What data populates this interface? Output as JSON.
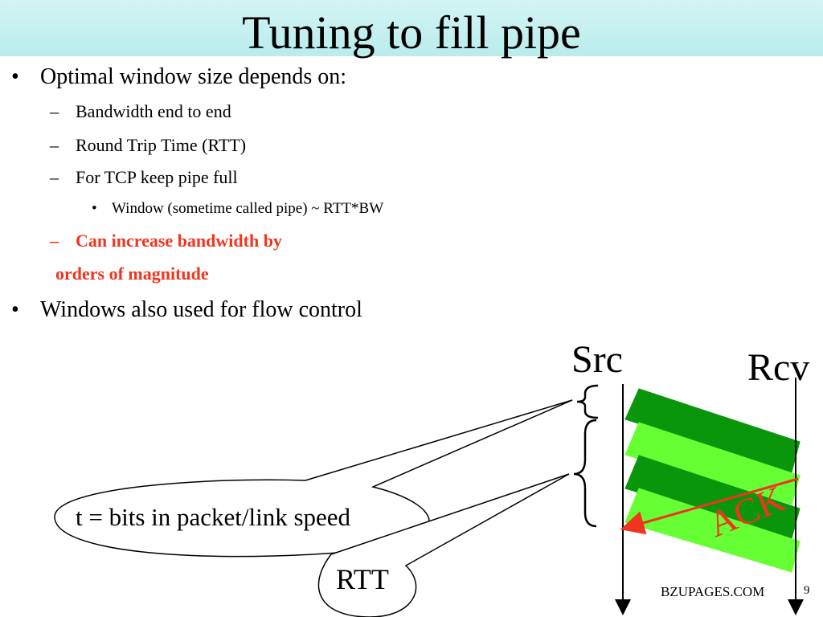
{
  "slide": {
    "title": "Tuning to fill pipe",
    "bullets": {
      "b1": "Optimal window size depends on:",
      "b1_1": "Bandwidth end to end",
      "b1_2": "Round Trip Time (RTT)",
      "b1_3": "For TCP keep pipe full",
      "b1_3_1": "Window (sometime called pipe)  ~ RTT*BW",
      "b1_4_line1": "Can increase bandwidth by",
      "b1_4_line2": "orders of magnitude",
      "b2": "Windows also used for flow control"
    },
    "markers": {
      "bullet": "•",
      "dash": "–"
    },
    "diagram": {
      "src_label": "Src",
      "rcv_label": "Rcv",
      "packet_callout": "t = bits in packet/link speed",
      "rtt_callout": "RTT",
      "ack_label": "ACK"
    },
    "footer": {
      "source": "BZUPAGES.COM",
      "page": "9"
    },
    "colors": {
      "title_bg": "#c6f0f0",
      "accent_red": "#f0341e",
      "packet_dark": "#0a960a",
      "packet_light": "#66ff33"
    }
  }
}
